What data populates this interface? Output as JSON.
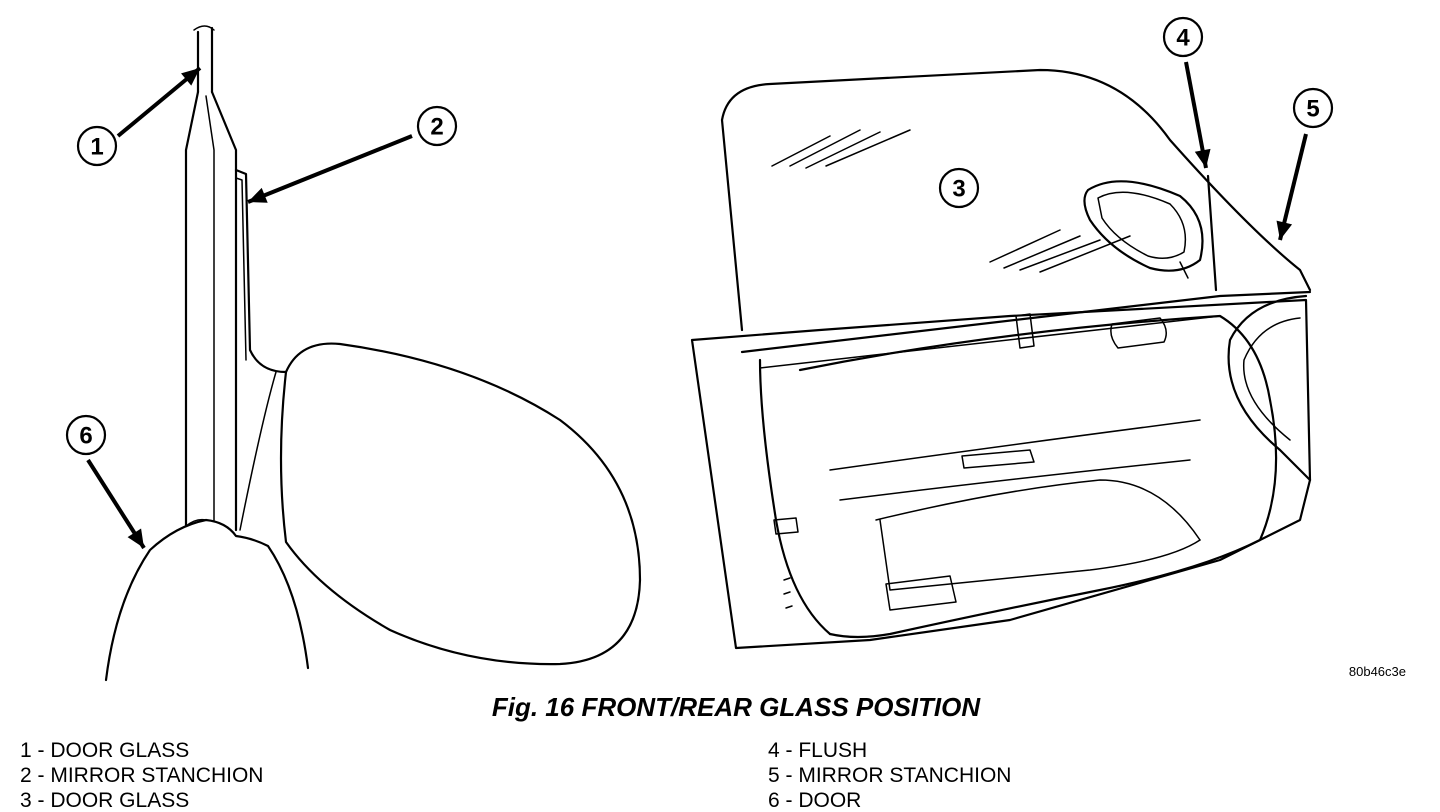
{
  "callouts": [
    "1",
    "2",
    "3",
    "4",
    "5",
    "6"
  ],
  "figure_code": "80b46c3e",
  "figure_title": "Fig. 16 FRONT/REAR GLASS POSITION",
  "legend_left": [
    "1 - DOOR GLASS",
    "2 - MIRROR STANCHION",
    "3 - DOOR GLASS"
  ],
  "legend_right": [
    "4 - FLUSH",
    "5 - MIRROR STANCHION",
    "6 - DOOR"
  ]
}
